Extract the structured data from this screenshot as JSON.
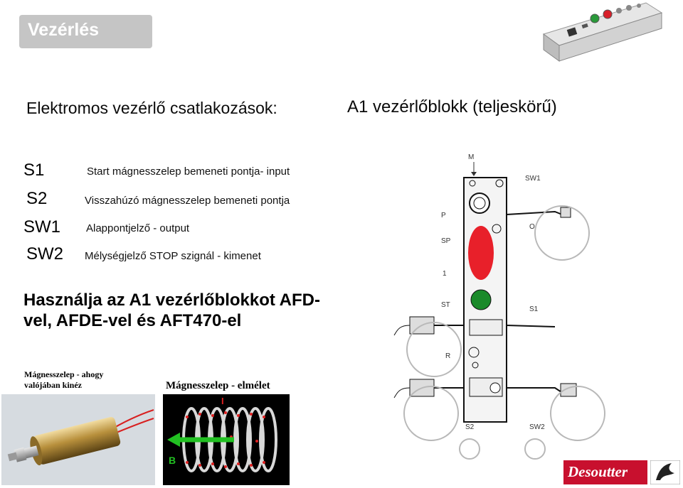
{
  "header": {
    "title": "Vezérlés"
  },
  "headings": {
    "left": "Elektromos vezérlő csatlakozások:",
    "right": "A1 vezérlőblokk (teljeskörű)"
  },
  "connections": [
    {
      "code": "S1",
      "desc": "Start mágnesszelep bemeneti pontja- input"
    },
    {
      "code": "S2",
      "desc": "Visszahúzó mágnesszelep bemeneti pontja"
    },
    {
      "code": "SW1",
      "desc": "Alappontjelző - output"
    },
    {
      "code": "SW2",
      "desc": "Mélységjelző STOP szignál - kimenet"
    }
  ],
  "usage_text": "Használja az A1 vezérlőblokkot AFD-vel, AFDE-vel és AFT470-el",
  "captions": {
    "photo": "Mágnesszelep - ahogy valójában kinéz",
    "theory": "Mágnesszelep - elmélet"
  },
  "diagram_labels": {
    "m": "M",
    "sw1_top": "SW1",
    "p": "P",
    "o": "O",
    "sp": "SP",
    "one": "1",
    "st": "ST",
    "s1": "S1",
    "r": "R",
    "s2": "S2",
    "sw2": "SW2"
  },
  "theory_labels": {
    "top": "I",
    "bottom": "B"
  },
  "logo": {
    "text": "Desoutter"
  },
  "colors": {
    "title_bg": "#c5c5c5",
    "red_lamp": "#e8202a",
    "green_lamp": "#1a8a2a",
    "logo_red": "#c8102e"
  }
}
